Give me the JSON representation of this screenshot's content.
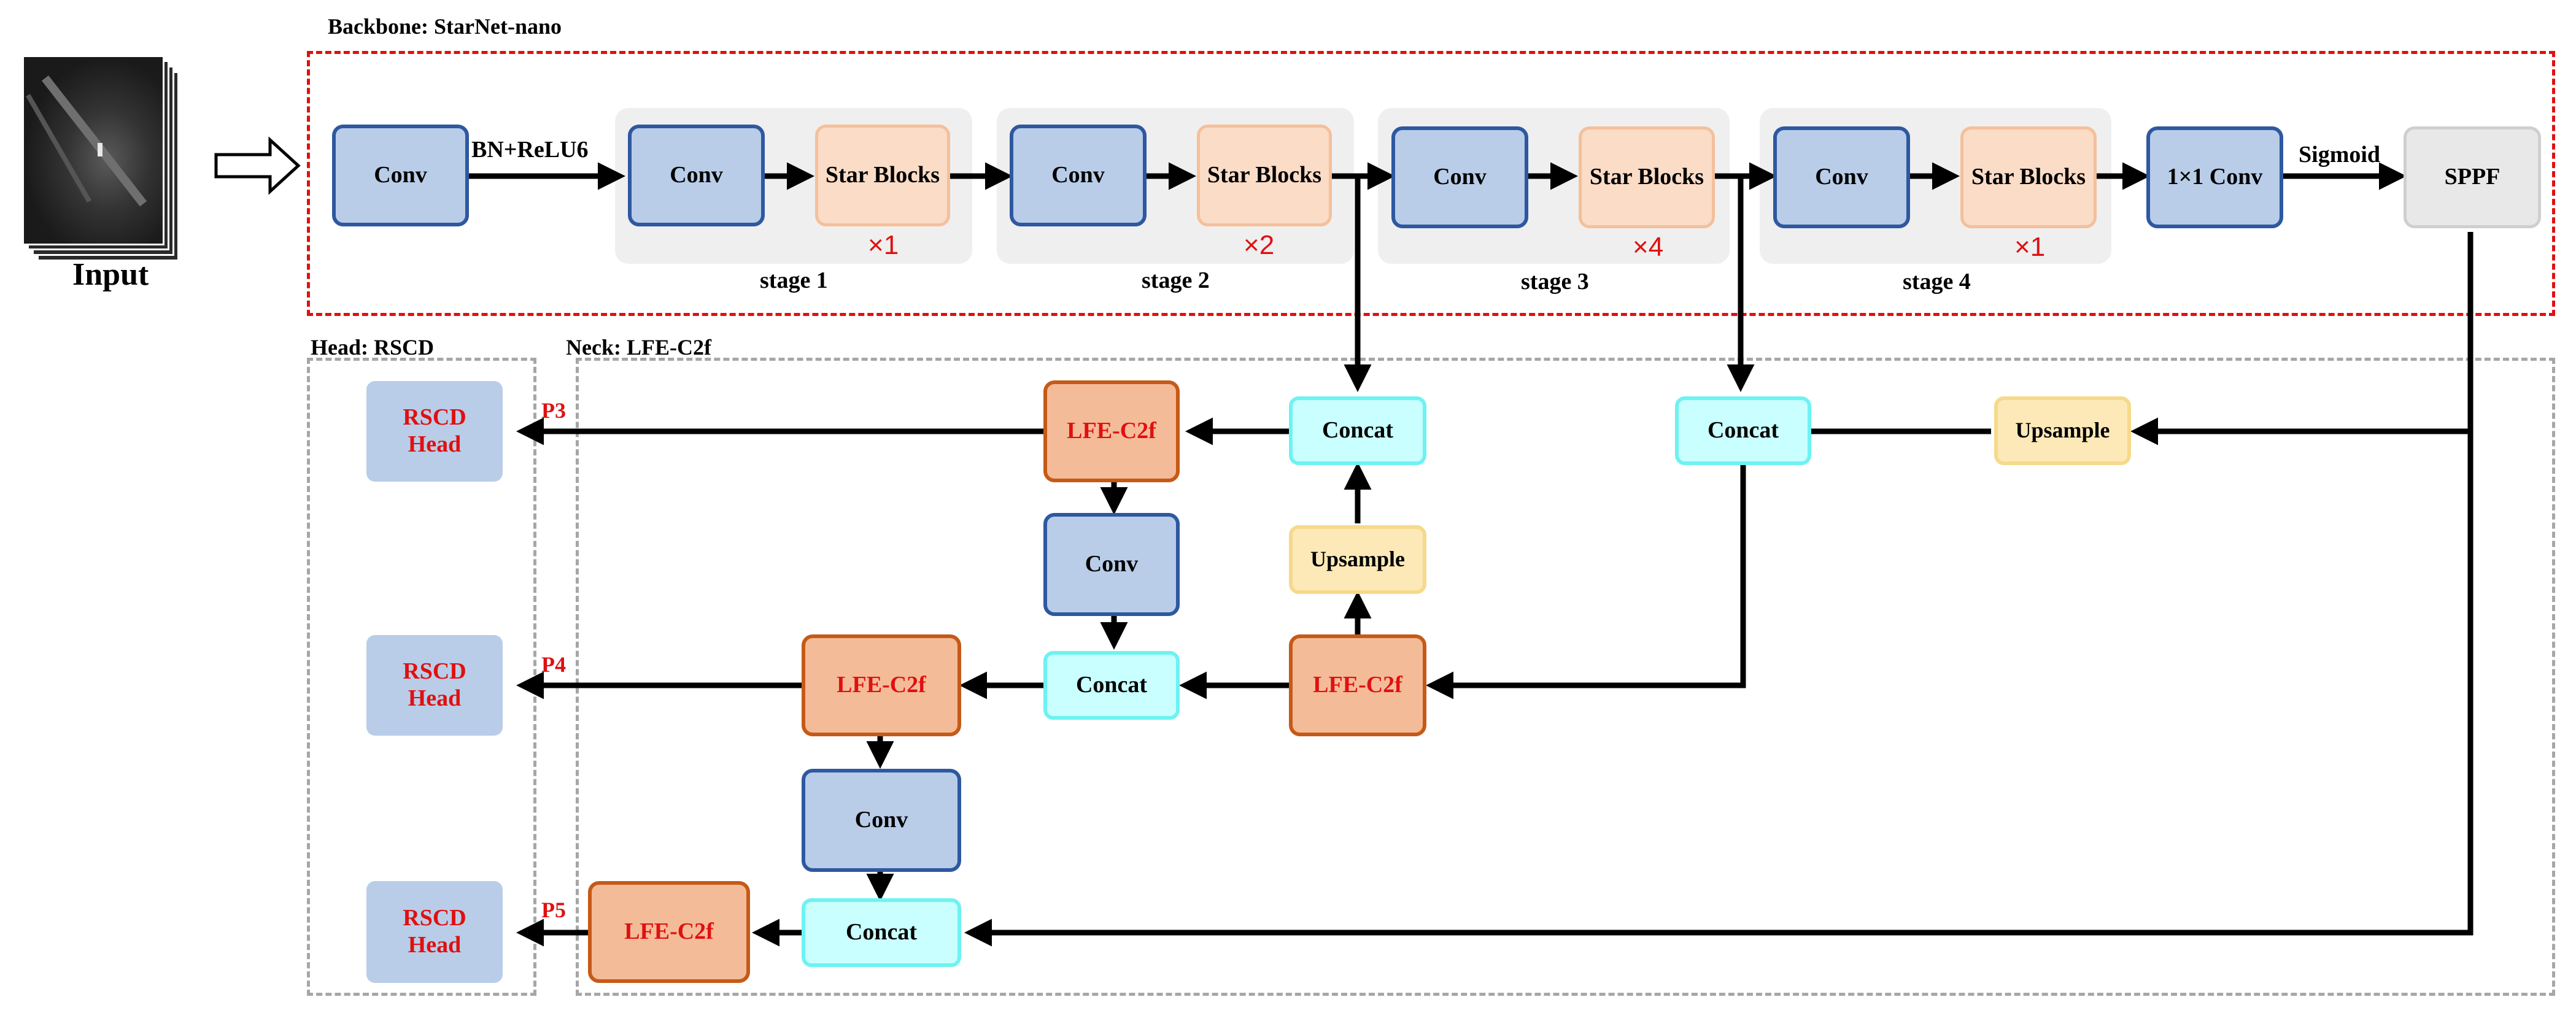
{
  "input": {
    "label": "Input"
  },
  "backbone": {
    "title": "Backbone: StarNet-nano",
    "first_conv": "Conv",
    "bn_label": "BN+ReLU6",
    "stages": [
      {
        "conv": "Conv",
        "blocks": "Star Blocks",
        "repeat": "×1",
        "name": "stage 1"
      },
      {
        "conv": "Conv",
        "blocks": "Star Blocks",
        "repeat": "×2",
        "name": "stage 2"
      },
      {
        "conv": "Conv",
        "blocks": "Star Blocks",
        "repeat": "×4",
        "name": "stage 3"
      },
      {
        "conv": "Conv",
        "blocks": "Star Blocks",
        "repeat": "×1",
        "name": "stage 4"
      }
    ],
    "conv1x1": "1×1 Conv",
    "sigmoid": "Sigmoid",
    "sppf": "SPPF"
  },
  "head": {
    "title": "Head: RSCD",
    "heads": [
      {
        "line1": "RSCD",
        "line2": "Head",
        "tag": "P3"
      },
      {
        "line1": "RSCD",
        "line2": "Head",
        "tag": "P4"
      },
      {
        "line1": "RSCD",
        "line2": "Head",
        "tag": "P5"
      }
    ]
  },
  "neck": {
    "title": "Neck: LFE-C2f",
    "lfe": "LFE-C2f",
    "concat": "Concat",
    "upsample": "Upsample",
    "conv": "Conv"
  },
  "colors": {
    "conv_fill": "#b9cde8",
    "conv_border": "#2e58a0",
    "star_fill": "#fadcc7",
    "lfe_fill": "#f4bb98",
    "lfe_border": "#c55a18",
    "concat_fill": "#c9ffff",
    "upsample_fill": "#fde9b8",
    "accent_red": "#e01010",
    "dashed_gray": "#a6a6a6"
  }
}
